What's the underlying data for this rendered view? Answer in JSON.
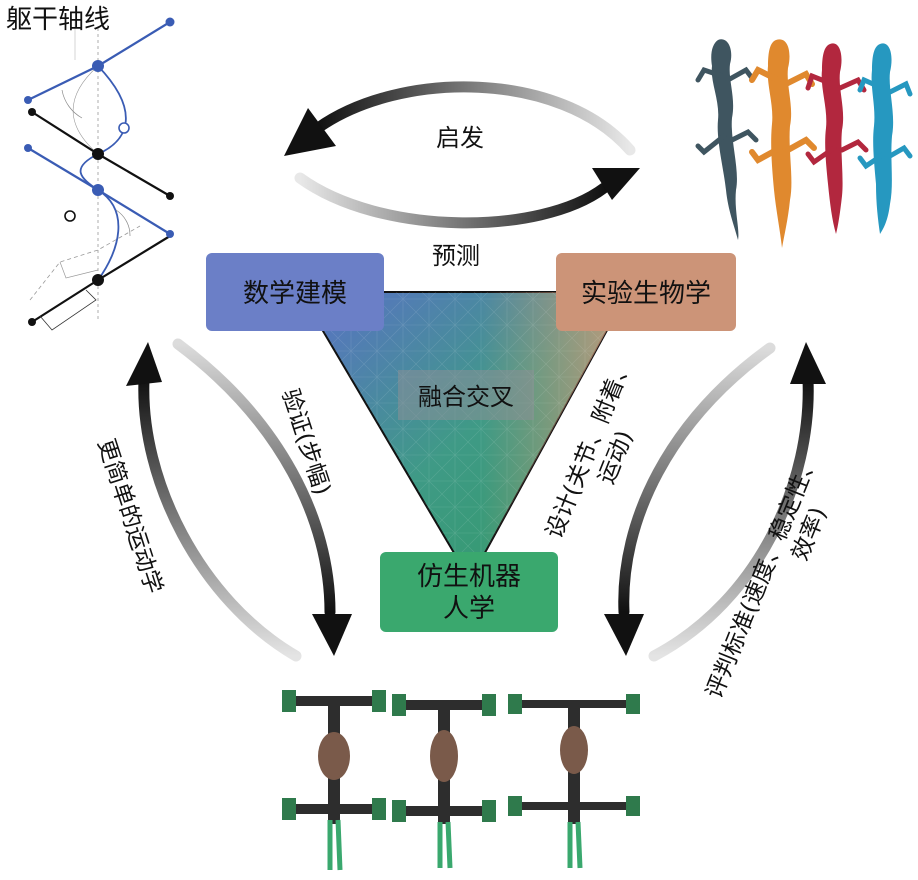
{
  "labels": {
    "torso_axis": "躯干轴线",
    "inspire": "启发",
    "predict": "预测",
    "fusion": "融合交叉",
    "verify": "验证(步幅)",
    "simpler_kinematics": "更简单的运动学",
    "design": "设计(关节、附着、运动)",
    "design_line1": "设计(关节、附着、",
    "design_line2": "运动)",
    "criteria": "评判标准(速度、稳定性、效率)",
    "criteria_line1": "评判标准(速度、稳定性、",
    "criteria_line2": "效率)"
  },
  "boxes": {
    "math": {
      "label": "数学建模",
      "color": "#6b7fc7"
    },
    "bio": {
      "label": "实验生物学",
      "color": "#cc9478"
    },
    "robot": {
      "label": "仿生机器人学",
      "line1": "仿生机器",
      "line2": "人学",
      "color": "#3aa86e"
    }
  },
  "colors": {
    "axis_blue": "#3a5cb4",
    "lizard_colors": [
      "#3f5560",
      "#e0892e",
      "#b2273e",
      "#2698c0"
    ]
  },
  "icons": [
    "torso-axis-diagram",
    "salamander-silhouettes",
    "robot-photos"
  ]
}
